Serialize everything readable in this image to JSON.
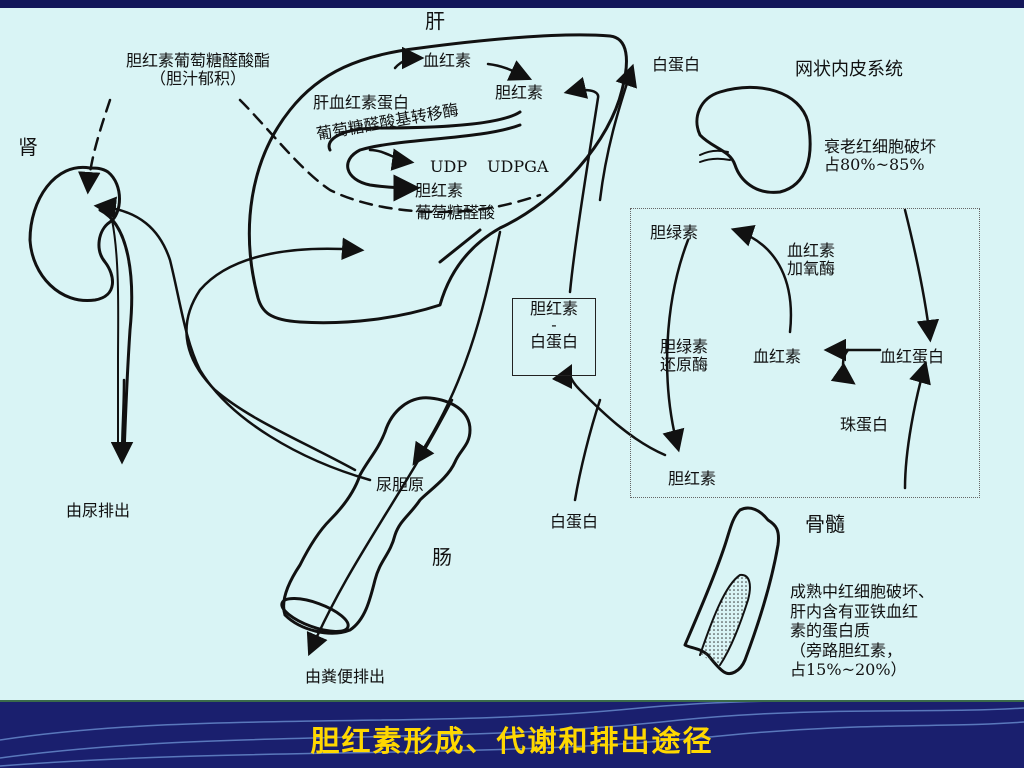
{
  "slide_title": "胆红素形成、代谢和排出途径",
  "labels": {
    "liver": "肝",
    "kidney": "肾",
    "intestine": "肠",
    "bone_marrow": "骨髓",
    "reticuloendothelial_system": "网状内皮系统",
    "bilirubin_glucuronide_line1": "胆红素葡萄糖醛酸酯",
    "bilirubin_glucuronide_line2": "（胆汁郁积）",
    "hemoglobin_liver": "血红素",
    "hepatic_heme_protein": "肝血红素蛋白",
    "bilirubin_liver": "胆红素",
    "glucuronyl_transferase": "葡萄糖醛酸基转移酶",
    "udp": "UDP",
    "udpga": "UDPGA",
    "conj_bilirubin": "胆红素",
    "conj_glucuronic": "葡萄糖醛酸",
    "albumin_top": "白蛋白",
    "senescent_line1": "衰老红细胞破坏",
    "senescent_line2": "占80%~85%",
    "biliverdin": "胆绿素",
    "heme_oxygenase_line1": "血红素",
    "heme_oxygenase_line2": "加氧酶",
    "biliverdin_reductase_line1": "胆绿素",
    "biliverdin_reductase_line2": "还原酶",
    "heme_center": "血红素",
    "hemoglobin_right": "血红蛋白",
    "globin": "珠蛋白",
    "bilirubin_bottom": "胆红素",
    "complex_line1": "胆红素",
    "complex_dash": "-",
    "complex_line2": "白蛋白",
    "urobilinogen": "尿胆原",
    "urine_excretion": "由尿排出",
    "albumin_bottom": "白蛋白",
    "feces_excretion": "由粪便排出",
    "marrow_line1": "成熟中红细胞破坏、",
    "marrow_line2": "肝内含有亚铁血红",
    "marrow_line3": "素的蛋白质",
    "marrow_line4": "（旁路胆红素，",
    "marrow_line5": "占15%~20%）"
  },
  "colors": {
    "canvas_bg": "#d9f4f5",
    "frame_bg": "#1a1f6e",
    "title_color": "#ffd800",
    "ink": "#111111"
  }
}
